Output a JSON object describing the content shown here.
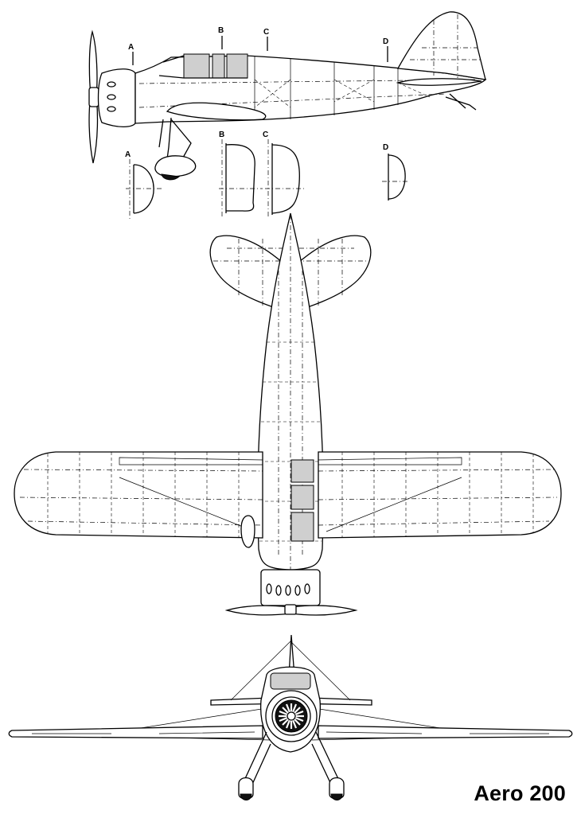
{
  "title": "Aero 200",
  "section_labels": {
    "a": "A",
    "b": "B",
    "c": "C",
    "d": "D"
  }
}
